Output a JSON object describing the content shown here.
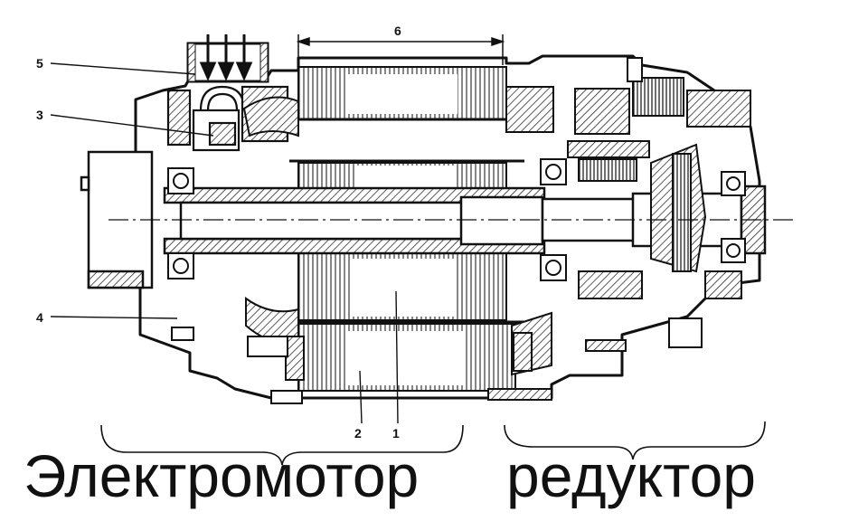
{
  "diagram": {
    "callouts": [
      {
        "id": "1",
        "label": "1"
      },
      {
        "id": "2",
        "label": "2"
      },
      {
        "id": "3",
        "label": "3"
      },
      {
        "id": "4",
        "label": "4"
      },
      {
        "id": "5",
        "label": "5"
      },
      {
        "id": "6",
        "label": "6"
      }
    ],
    "captions": {
      "motor": "Электромотор",
      "gearbox": "редуктор"
    },
    "colors": {
      "line": "#111111",
      "background": "#ffffff"
    }
  }
}
